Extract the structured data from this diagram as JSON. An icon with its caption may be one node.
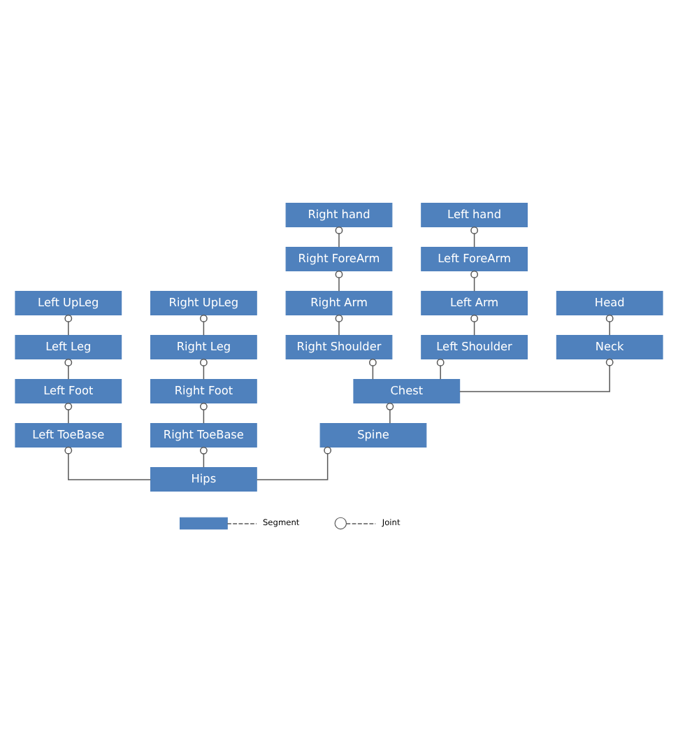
{
  "diagram": {
    "nodes": [
      {
        "text": [
          "Left hand"
        ]
      },
      {
        "text": [
          "Right hand"
        ]
      },
      {
        "text": [
          "Left ForeArm"
        ]
      },
      {
        "text": [
          "Right ForeArm"
        ]
      },
      {
        "text": [
          "Left Arm"
        ]
      },
      {
        "text": [
          "Head"
        ]
      },
      {
        "text": [
          "Right Arm"
        ]
      },
      {
        "text": [
          "Left Shoulder"
        ]
      },
      {
        "text": [
          "Neck"
        ]
      },
      {
        "text": [
          "Right Shoulder"
        ]
      },
      {
        "text": [
          "Left UpLeg"
        ]
      },
      {
        "text": [
          "Right UpLeg"
        ]
      },
      {
        "text": [
          "Left Leg"
        ]
      },
      {
        "text": [
          "Right Leg"
        ]
      },
      {
        "text": [
          "Left Foot"
        ]
      },
      {
        "text": [
          "Chest"
        ]
      },
      {
        "text": [
          "Right Foot"
        ]
      },
      {
        "text": [
          "Left ToeBase"
        ]
      },
      {
        "text": [
          "Spine"
        ]
      },
      {
        "text": [
          "Right ToeBase"
        ]
      },
      {
        "text": [
          "Hips"
        ]
      }
    ],
    "edges": [
      {
        "from": 0,
        "to": 2,
        "arrow": "other"
      },
      {
        "from": 2,
        "to": 4,
        "arrow": "other"
      },
      {
        "from": 4,
        "to": 7,
        "arrow": "other"
      },
      {
        "from": 1,
        "to": 3,
        "arrow": "other"
      },
      {
        "from": 3,
        "to": 6,
        "arrow": "other"
      },
      {
        "from": 6,
        "to": 9,
        "arrow": "other"
      },
      {
        "from": 5,
        "to": 8,
        "arrow": "other"
      },
      {
        "from": 7,
        "to": 15,
        "arrow": "other"
      },
      {
        "from": 8,
        "to": 15,
        "arrow": "other"
      },
      {
        "from": 9,
        "to": 15,
        "arrow": "other"
      },
      {
        "from": 10,
        "to": 12,
        "arrow": "other"
      },
      {
        "from": 12,
        "to": 14,
        "arrow": "other"
      },
      {
        "from": 14,
        "to": 17,
        "arrow": "other"
      },
      {
        "from": 11,
        "to": 13,
        "arrow": "other"
      },
      {
        "from": 13,
        "to": 16,
        "arrow": "other"
      },
      {
        "from": 16,
        "to": 19,
        "arrow": "other"
      },
      {
        "from": 15,
        "to": 18,
        "arrow": "other"
      },
      {
        "from": 17,
        "to": 20,
        "arrow": "other"
      },
      {
        "from": 18,
        "to": 20,
        "arrow": "other"
      },
      {
        "from": 19,
        "to": 20,
        "arrow": "other"
      }
    ],
    "legend": [
      {
        "text": "Segment",
        "color": "#4f81bd"
      },
      {
        "text": "Joint"
      }
    ]
  }
}
